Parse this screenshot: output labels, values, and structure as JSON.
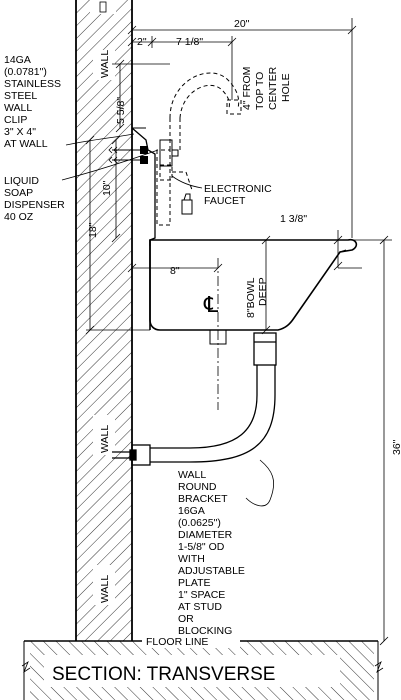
{
  "labels": {
    "wall_top": "WALL",
    "wall_mid": "WALL",
    "wall_bottom": "WALL",
    "wall_clip": [
      "14GA",
      "(0.0781\")",
      "STAINLESS",
      "STEEL",
      "WALL",
      "CLIP",
      "3\" X 4\"",
      "AT WALL"
    ],
    "soap_dispenser": [
      "LIQUID",
      "SOAP",
      "DISPENSER",
      "40 OZ"
    ],
    "faucet": [
      "ELECTRONIC",
      "FAUCET"
    ],
    "faucet_center": [
      "4\" FROM",
      "TOP TO",
      "CENTER",
      "HOLE"
    ],
    "bowl_deep": [
      "8\"BOWL",
      "DEEP"
    ],
    "bracket": [
      "WALL",
      "ROUND",
      "BRACKET",
      "16GA",
      "(0.0625\")",
      "DIAMETER",
      "1-5/8\" OD",
      "WITH",
      "ADJUSTABLE",
      "PLATE",
      "1\" SPACE",
      "AT STUD",
      "OR",
      "BLOCKING"
    ],
    "floor_line": "FLOOR LINE",
    "centerline_symbol": "℄"
  },
  "dimensions": {
    "overall_depth": "20\"",
    "wall_offset": "2\"",
    "faucet_projection": "7 1/8\"",
    "clip_to_faucet": "5 5/8\"",
    "dispenser_height": "10\"",
    "bracket_height": "18\"",
    "rim_lip": "1 3/8\"",
    "bowl_center": "8\"",
    "rim_height": "36\""
  },
  "title": "SECTION: TRANSVERSE"
}
